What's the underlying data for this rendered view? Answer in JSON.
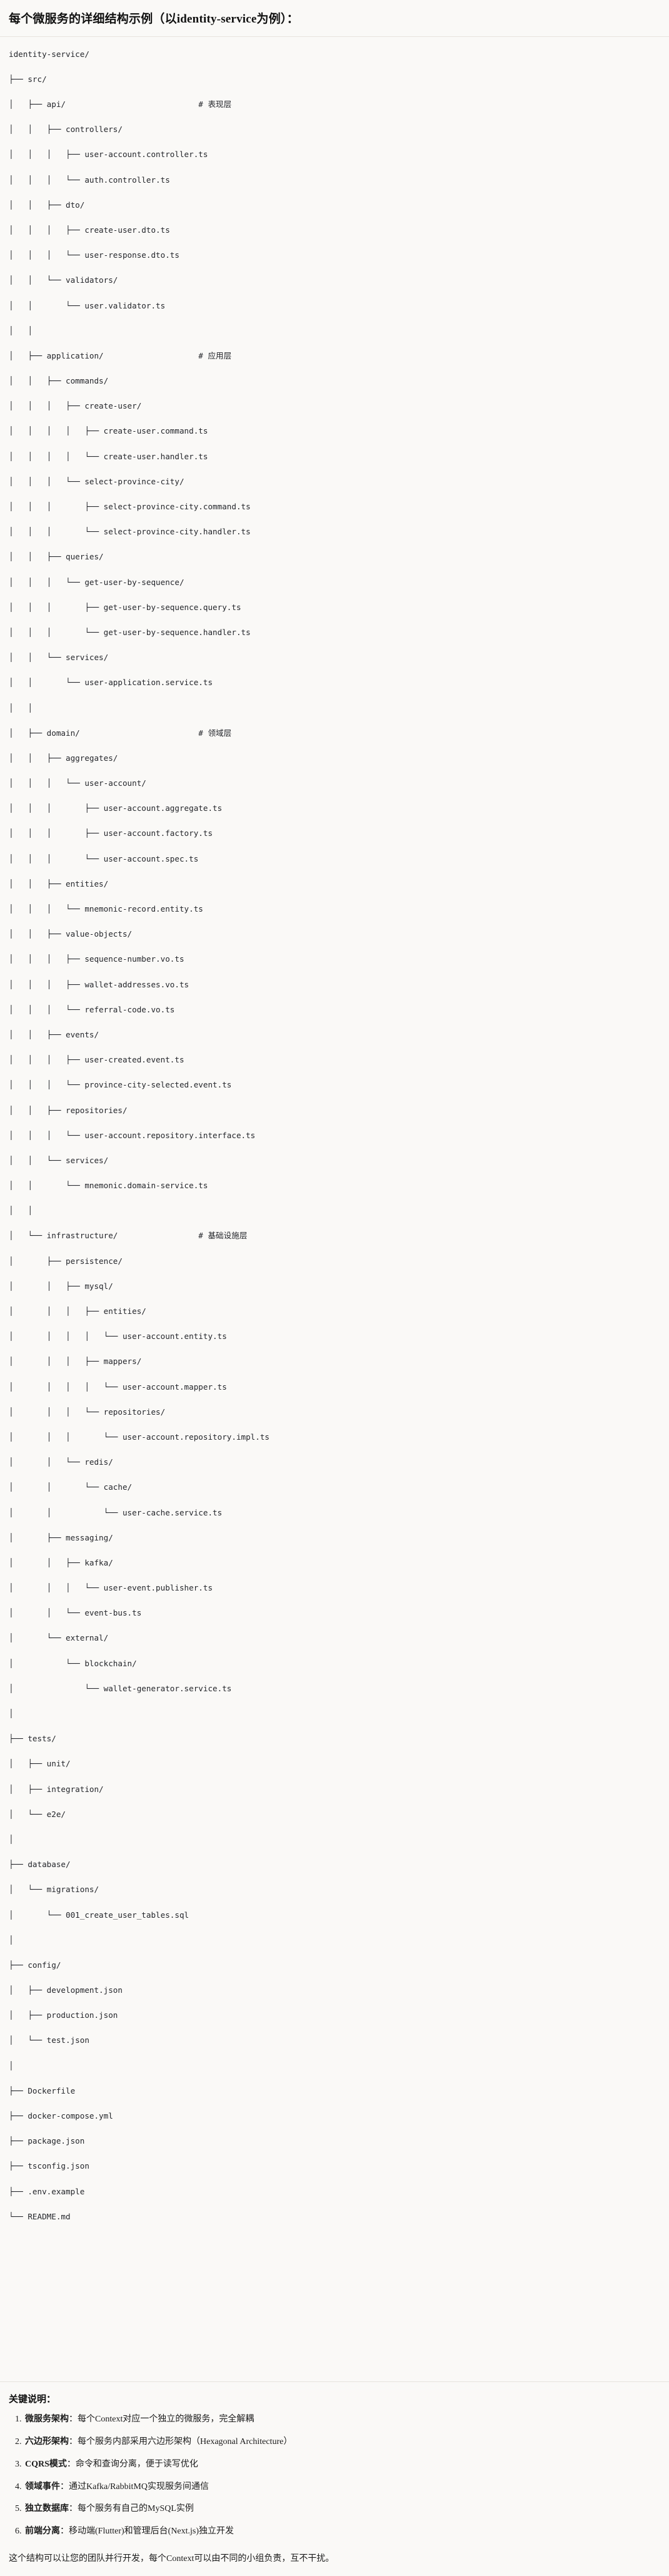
{
  "title": "每个微服务的详细结构示例（以identity-service为例）：",
  "tree": {
    "root": "identity-service/",
    "lines": [
      {
        "text": "identity-service/",
        "comment": ""
      },
      {
        "text": "├── src/",
        "comment": ""
      },
      {
        "text": "│   ├── api/",
        "comment": "# 表现层"
      },
      {
        "text": "│   │   ├── controllers/",
        "comment": ""
      },
      {
        "text": "│   │   │   ├── user-account.controller.ts",
        "comment": ""
      },
      {
        "text": "│   │   │   └── auth.controller.ts",
        "comment": ""
      },
      {
        "text": "│   │   ├── dto/",
        "comment": ""
      },
      {
        "text": "│   │   │   ├── create-user.dto.ts",
        "comment": ""
      },
      {
        "text": "│   │   │   └── user-response.dto.ts",
        "comment": ""
      },
      {
        "text": "│   │   └── validators/",
        "comment": ""
      },
      {
        "text": "│   │       └── user.validator.ts",
        "comment": ""
      },
      {
        "text": "│   │",
        "comment": ""
      },
      {
        "text": "│   ├── application/",
        "comment": "# 应用层"
      },
      {
        "text": "│   │   ├── commands/",
        "comment": ""
      },
      {
        "text": "│   │   │   ├── create-user/",
        "comment": ""
      },
      {
        "text": "│   │   │   │   ├── create-user.command.ts",
        "comment": ""
      },
      {
        "text": "│   │   │   │   └── create-user.handler.ts",
        "comment": ""
      },
      {
        "text": "│   │   │   └── select-province-city/",
        "comment": ""
      },
      {
        "text": "│   │   │       ├── select-province-city.command.ts",
        "comment": ""
      },
      {
        "text": "│   │   │       └── select-province-city.handler.ts",
        "comment": ""
      },
      {
        "text": "│   │   ├── queries/",
        "comment": ""
      },
      {
        "text": "│   │   │   └── get-user-by-sequence/",
        "comment": ""
      },
      {
        "text": "│   │   │       ├── get-user-by-sequence.query.ts",
        "comment": ""
      },
      {
        "text": "│   │   │       └── get-user-by-sequence.handler.ts",
        "comment": ""
      },
      {
        "text": "│   │   └── services/",
        "comment": ""
      },
      {
        "text": "│   │       └── user-application.service.ts",
        "comment": ""
      },
      {
        "text": "│   │",
        "comment": ""
      },
      {
        "text": "│   ├── domain/",
        "comment": "# 领域层"
      },
      {
        "text": "│   │   ├── aggregates/",
        "comment": ""
      },
      {
        "text": "│   │   │   └── user-account/",
        "comment": ""
      },
      {
        "text": "│   │   │       ├── user-account.aggregate.ts",
        "comment": ""
      },
      {
        "text": "│   │   │       ├── user-account.factory.ts",
        "comment": ""
      },
      {
        "text": "│   │   │       └── user-account.spec.ts",
        "comment": ""
      },
      {
        "text": "│   │   ├── entities/",
        "comment": ""
      },
      {
        "text": "│   │   │   └── mnemonic-record.entity.ts",
        "comment": ""
      },
      {
        "text": "│   │   ├── value-objects/",
        "comment": ""
      },
      {
        "text": "│   │   │   ├── sequence-number.vo.ts",
        "comment": ""
      },
      {
        "text": "│   │   │   ├── wallet-addresses.vo.ts",
        "comment": ""
      },
      {
        "text": "│   │   │   └── referral-code.vo.ts",
        "comment": ""
      },
      {
        "text": "│   │   ├── events/",
        "comment": ""
      },
      {
        "text": "│   │   │   ├── user-created.event.ts",
        "comment": ""
      },
      {
        "text": "│   │   │   └── province-city-selected.event.ts",
        "comment": ""
      },
      {
        "text": "│   │   ├── repositories/",
        "comment": ""
      },
      {
        "text": "│   │   │   └── user-account.repository.interface.ts",
        "comment": ""
      },
      {
        "text": "│   │   └── services/",
        "comment": ""
      },
      {
        "text": "│   │       └── mnemonic.domain-service.ts",
        "comment": ""
      },
      {
        "text": "│   │",
        "comment": ""
      },
      {
        "text": "│   └── infrastructure/",
        "comment": "# 基础设施层"
      },
      {
        "text": "│       ├── persistence/",
        "comment": ""
      },
      {
        "text": "│       │   ├── mysql/",
        "comment": ""
      },
      {
        "text": "│       │   │   ├── entities/",
        "comment": ""
      },
      {
        "text": "│       │   │   │   └── user-account.entity.ts",
        "comment": ""
      },
      {
        "text": "│       │   │   ├── mappers/",
        "comment": ""
      },
      {
        "text": "│       │   │   │   └── user-account.mapper.ts",
        "comment": ""
      },
      {
        "text": "│       │   │   └── repositories/",
        "comment": ""
      },
      {
        "text": "│       │   │       └── user-account.repository.impl.ts",
        "comment": ""
      },
      {
        "text": "│       │   └── redis/",
        "comment": ""
      },
      {
        "text": "│       │       └── cache/",
        "comment": ""
      },
      {
        "text": "│       │           └── user-cache.service.ts",
        "comment": ""
      },
      {
        "text": "│       ├── messaging/",
        "comment": ""
      },
      {
        "text": "│       │   ├── kafka/",
        "comment": ""
      },
      {
        "text": "│       │   │   └── user-event.publisher.ts",
        "comment": ""
      },
      {
        "text": "│       │   └── event-bus.ts",
        "comment": ""
      },
      {
        "text": "│       └── external/",
        "comment": ""
      },
      {
        "text": "│           └── blockchain/",
        "comment": ""
      },
      {
        "text": "│               └── wallet-generator.service.ts",
        "comment": ""
      },
      {
        "text": "│",
        "comment": ""
      },
      {
        "text": "├── tests/",
        "comment": ""
      },
      {
        "text": "│   ├── unit/",
        "comment": ""
      },
      {
        "text": "│   ├── integration/",
        "comment": ""
      },
      {
        "text": "│   └── e2e/",
        "comment": ""
      },
      {
        "text": "│",
        "comment": ""
      },
      {
        "text": "├── database/",
        "comment": ""
      },
      {
        "text": "│   └── migrations/",
        "comment": ""
      },
      {
        "text": "│       └── 001_create_user_tables.sql",
        "comment": ""
      },
      {
        "text": "│",
        "comment": ""
      },
      {
        "text": "├── config/",
        "comment": ""
      },
      {
        "text": "│   ├── development.json",
        "comment": ""
      },
      {
        "text": "│   ├── production.json",
        "comment": ""
      },
      {
        "text": "│   └── test.json",
        "comment": ""
      },
      {
        "text": "│",
        "comment": ""
      },
      {
        "text": "├── Dockerfile",
        "comment": ""
      },
      {
        "text": "├── docker-compose.yml",
        "comment": ""
      },
      {
        "text": "├── package.json",
        "comment": ""
      },
      {
        "text": "├── tsconfig.json",
        "comment": ""
      },
      {
        "text": "├── .env.example",
        "comment": ""
      },
      {
        "text": "└── README.md",
        "comment": ""
      }
    ]
  },
  "notes": {
    "heading": "关键说明：",
    "items": [
      {
        "term": "微服务架构",
        "sep": "：",
        "desc": "每个Context对应一个独立的微服务，完全解耦"
      },
      {
        "term": "六边形架构",
        "sep": "：",
        "desc": "每个服务内部采用六边形架构（Hexagonal Architecture）"
      },
      {
        "term": "CQRS模式",
        "sep": "：",
        "desc": "命令和查询分离，便于读写优化"
      },
      {
        "term": "领域事件",
        "sep": "：",
        "desc": "通过Kafka/RabbitMQ实现服务间通信"
      },
      {
        "term": "独立数据库",
        "sep": "：",
        "desc": "每个服务有自己的MySQL实例"
      },
      {
        "term": "前端分离",
        "sep": "：",
        "desc": "移动端(Flutter)和管理后台(Next.js)独立开发"
      }
    ],
    "closing": "这个结构可以让您的团队并行开发，每个Context可以由不同的小组负责，互不干扰。"
  },
  "colors": {
    "background": "#faf9f7",
    "text": "#1b1b1b",
    "tree_text": "#24262b",
    "divider": "#e7e4df"
  }
}
